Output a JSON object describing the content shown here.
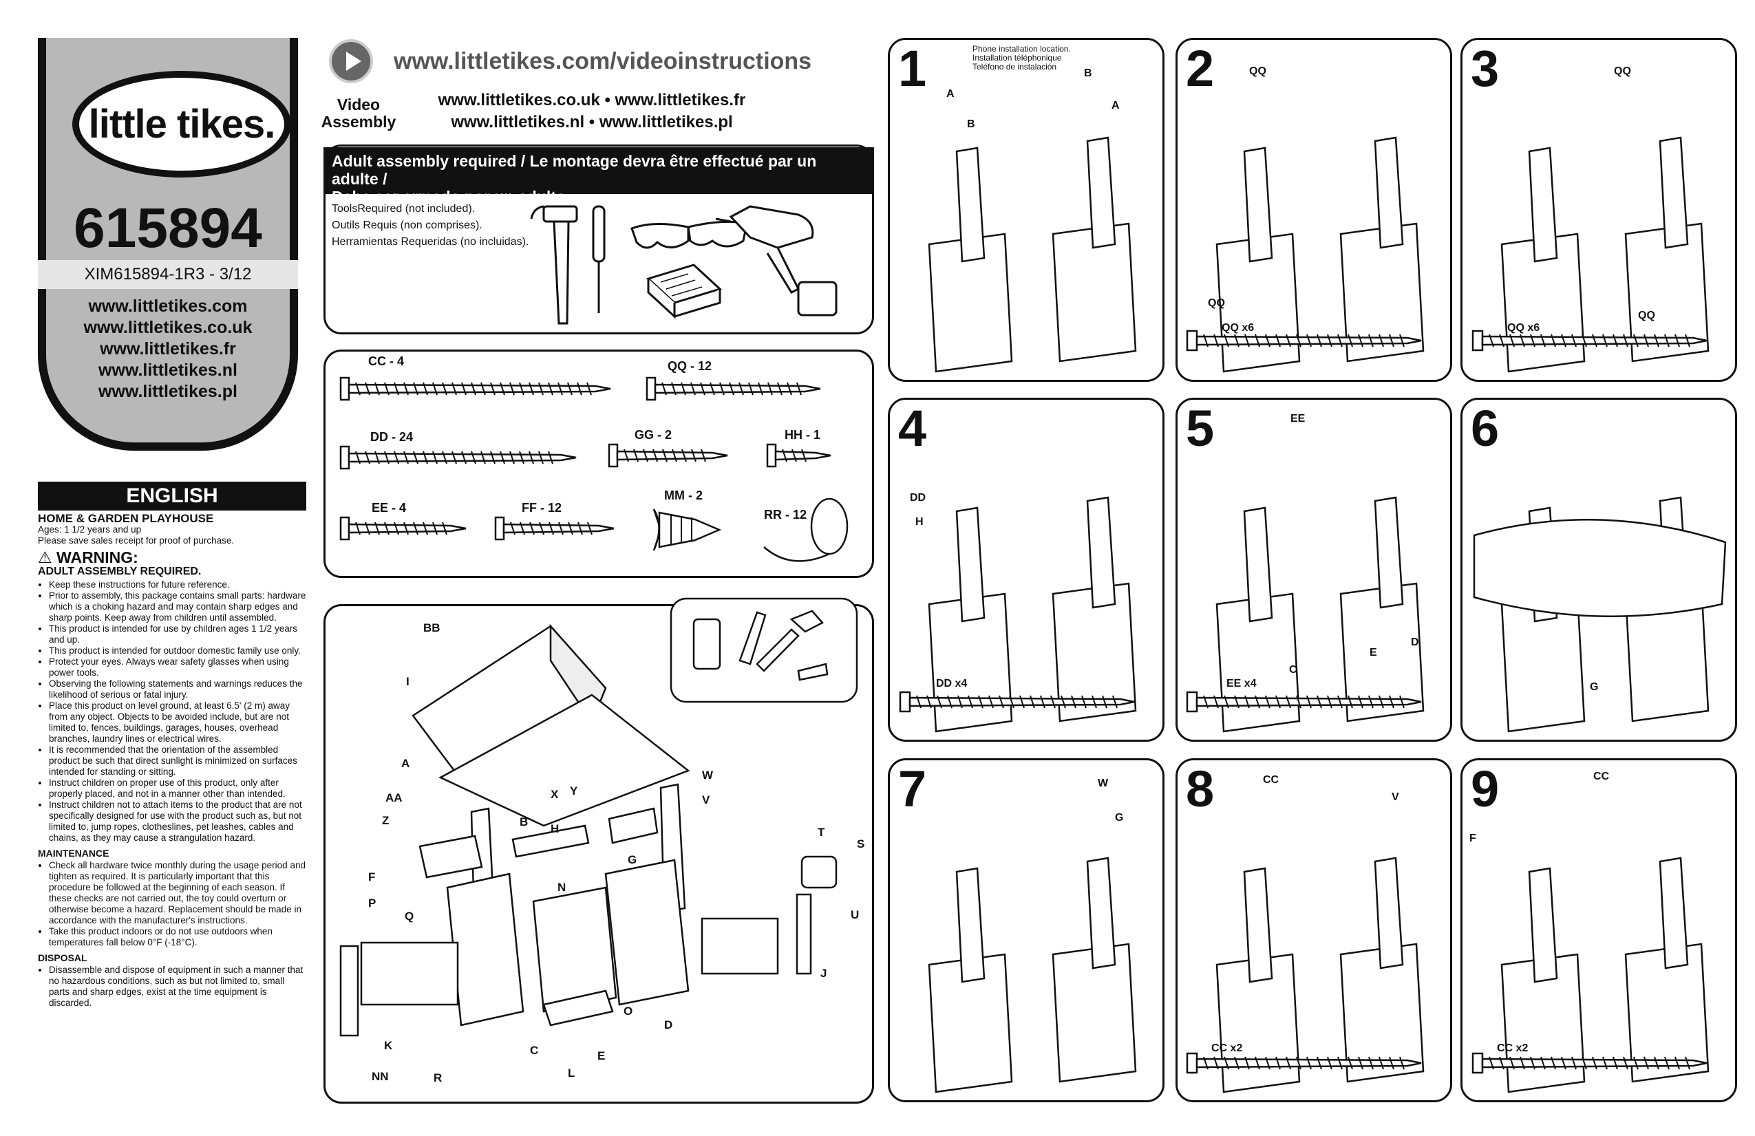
{
  "brand": {
    "logo": "little tikes.",
    "model": "615894",
    "code": "XIM615894-1R3 - 3/12",
    "sites": [
      "www.littletikes.com",
      "www.littletikes.co.uk",
      "www.littletikes.fr",
      "www.littletikes.nl",
      "www.littletikes.pl"
    ]
  },
  "video": {
    "label_line1": "Video",
    "label_line2": "Assembly",
    "url": "www.littletikes.com/videoinstructions",
    "intl_line1": "www.littletikes.co.uk • www.littletikes.fr",
    "intl_line2": "www.littletikes.nl • www.littletikes.pl"
  },
  "tools": {
    "title_line1": "Adult assembly required / Le montage devra être effectué par un adulte /",
    "title_line2": "Debe ser armado por un adulto",
    "text": [
      "ToolsRequired (not included).",
      "Outils Requis (non comprises).",
      "Herramientas Requeridas (no incluidas)."
    ]
  },
  "hardware": [
    {
      "code": "CC - 4"
    },
    {
      "code": "QQ - 12"
    },
    {
      "code": "DD - 24"
    },
    {
      "code": "GG - 2"
    },
    {
      "code": "HH - 1"
    },
    {
      "code": "EE - 4"
    },
    {
      "code": "FF - 12"
    },
    {
      "code": "MM - 2"
    },
    {
      "code": "RR - 12"
    }
  ],
  "parts_labels": [
    "BB",
    "I",
    "A",
    "AA",
    "Z",
    "F",
    "P",
    "Q",
    "NN",
    "K",
    "R",
    "C",
    "L",
    "E",
    "O",
    "D",
    "B",
    "H",
    "Y",
    "X",
    "W",
    "V",
    "G",
    "N",
    "T",
    "S",
    "U",
    "J"
  ],
  "english": {
    "heading": "ENGLISH",
    "product": "HOME & GARDEN PLAYHOUSE",
    "ages": "Ages: 1 1/2 years and up",
    "receipt": "Please save sales receipt for proof of purchase.",
    "warning": "WARNING:",
    "adult": "ADULT ASSEMBLY REQUIRED.",
    "warnings": [
      "Keep these instructions for future reference.",
      "Prior to assembly, this package contains small parts: hardware which is a choking hazard and may contain sharp edges and sharp points. Keep away from children until assembled.",
      "This product is intended for use by children ages 1 1/2 years and up.",
      "This product is intended for outdoor domestic family use only.",
      "Protect your eyes. Always wear safety glasses when using power tools.",
      "Observing the following statements and warnings reduces the likelihood of serious or fatal injury.",
      "Place this product on level ground, at least 6.5' (2 m) away from any object. Objects to be avoided include, but are not limited to, fences, buildings, garages, houses, overhead branches, laundry lines or electrical wires.",
      "It is recommended that the orientation of the assembled product be such that direct sunlight is minimized on surfaces intended for standing or sitting.",
      "Instruct children on proper use of this product, only after properly placed, and not in a manner other than intended.",
      "Instruct children not to attach items to the product that are not specifically designed for use with the product such as, but not limited to, jump ropes, clotheslines, pet leashes, cables and chains, as they may cause a strangulation hazard."
    ],
    "maintenance_title": "MAINTENANCE",
    "maintenance": [
      "Check all hardware twice monthly during the usage period and tighten as required. It is particularly important that this procedure be followed at the beginning of each season. If these checks are not carried out, the toy could overturn or otherwise become a hazard. Replacement should be made in accordance with the manufacturer's instructions.",
      "Take this product indoors or do not use outdoors when temperatures fall below 0°F (-18°C)."
    ],
    "disposal_title": "DISPOSAL",
    "disposal": [
      "Disassemble and dispose of equipment in such a manner that no hazardous conditions, such as but not limited to, small parts and sharp edges, exist at the time equipment is discarded."
    ]
  },
  "steps": [
    {
      "num": "1",
      "note": [
        "Phone installation location.",
        "Installation téléphonique",
        "Teléfono de instalación"
      ],
      "labels": [
        "A",
        "B",
        "B",
        "A"
      ]
    },
    {
      "num": "2",
      "labels": [
        "QQ",
        "QQ"
      ],
      "screw": "QQ x6"
    },
    {
      "num": "3",
      "labels": [
        "QQ",
        "QQ"
      ],
      "screw": "QQ x6"
    },
    {
      "num": "4",
      "labels": [
        "DD",
        "H"
      ],
      "screw": "DD x4"
    },
    {
      "num": "5",
      "labels": [
        "EE",
        "C",
        "E",
        "D"
      ],
      "screw": "EE x4"
    },
    {
      "num": "6",
      "labels": [
        "G"
      ]
    },
    {
      "num": "7",
      "labels": [
        "W",
        "G"
      ]
    },
    {
      "num": "8",
      "labels": [
        "CC",
        "V"
      ],
      "screw": "CC x2"
    },
    {
      "num": "9",
      "labels": [
        "CC",
        "F"
      ],
      "screw": "CC x2"
    }
  ]
}
